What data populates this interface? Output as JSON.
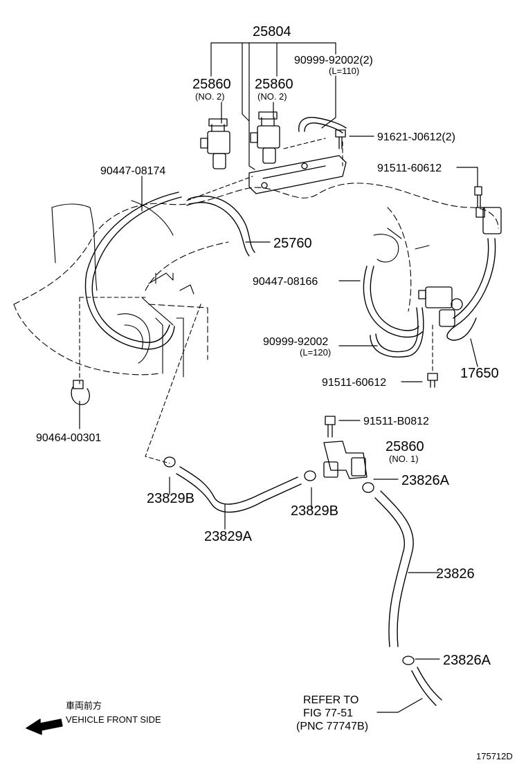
{
  "parts": {
    "p25804": "25804",
    "p25860a": "25860",
    "p25860a_sub": "(NO. 2)",
    "p25860b": "25860",
    "p25860b_sub": "(NO. 2)",
    "p90999_1": "90999-92002(2)",
    "p90999_1_sub": "(L=110)",
    "p91621": "91621-J0612(2)",
    "p90447_1": "90447-08174",
    "p91511_1": "91511-60612",
    "p25760": "25760",
    "p90447_2": "90447-08166",
    "p90999_2": "90999-92002",
    "p90999_2_sub": "(L=120)",
    "p17650": "17650",
    "p91511_2": "91511-60612",
    "p90464": "90464-00301",
    "p91511_3": "91511-B0812",
    "p25860c": "25860",
    "p25860c_sub": "(NO. 1)",
    "p23826A_1": "23826A",
    "p23829B_1": "23829B",
    "p23829B_2": "23829B",
    "p23829A": "23829A",
    "p23826": "23826",
    "p23826A_2": "23826A"
  },
  "refer": {
    "line1": "REFER TO",
    "line2": "FIG 77-51",
    "line3": "(PNC 77747B)"
  },
  "direction": {
    "jp": "車両前方",
    "en": "VEHICLE FRONT SIDE"
  },
  "diagram_id": "175712D"
}
